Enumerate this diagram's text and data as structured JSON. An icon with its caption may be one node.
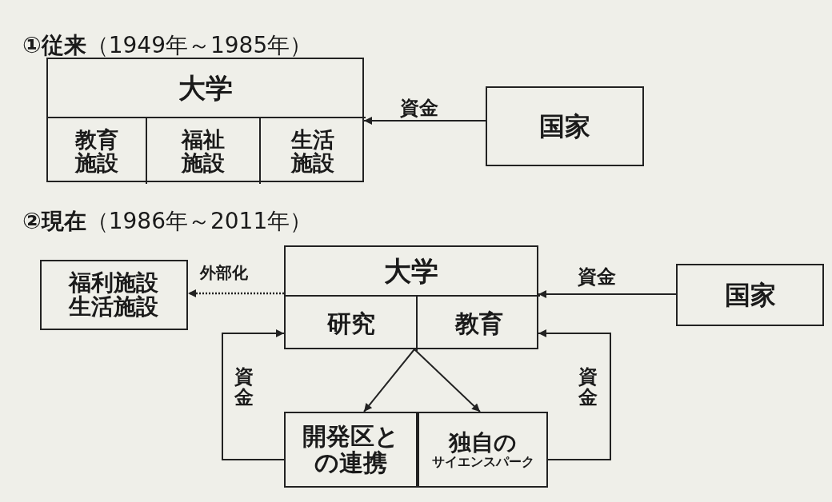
{
  "diagram": {
    "nodes": [
      {
        "text": [
          "大学"
        ]
      },
      {
        "text": [
          "教育施設"
        ],
        "in": 0
      },
      {
        "text": [
          "福祉施設"
        ],
        "in": 0
      },
      {
        "text": [
          "生活施設"
        ],
        "in": 0
      },
      {
        "text": [
          "国家"
        ]
      },
      {
        "text": [
          "福利施設生活施設"
        ]
      },
      {
        "text": [
          "大学"
        ]
      },
      {
        "text": [
          "研究"
        ],
        "in": 6
      },
      {
        "text": [
          "教育"
        ],
        "in": 6
      },
      {
        "text": [
          "国家"
        ]
      },
      {
        "text": [
          "開発区との連携"
        ]
      },
      {
        "text": [
          "独自の",
          "サイエンスパーク"
        ]
      }
    ],
    "edges": [
      {
        "from": 4,
        "to": 0,
        "arrow": "to",
        "label": "資金"
      },
      {
        "from": 6,
        "to": 5,
        "arrow": "to",
        "label": "外部化",
        "style": "dashed"
      },
      {
        "from": 9,
        "to": 6,
        "arrow": "to",
        "label": "資金"
      },
      {
        "from": 6,
        "to": 10,
        "arrow": "to"
      },
      {
        "from": 6,
        "to": 11,
        "arrow": "to"
      },
      {
        "from": 10,
        "to": 7,
        "arrow": "to",
        "label": "資金"
      },
      {
        "from": 11,
        "to": 8,
        "arrow": "to",
        "label": "資金"
      }
    ],
    "labels": [
      "**①従来**（1949年～1985年）",
      "**②現在**（1986年～2011年）"
    ]
  }
}
